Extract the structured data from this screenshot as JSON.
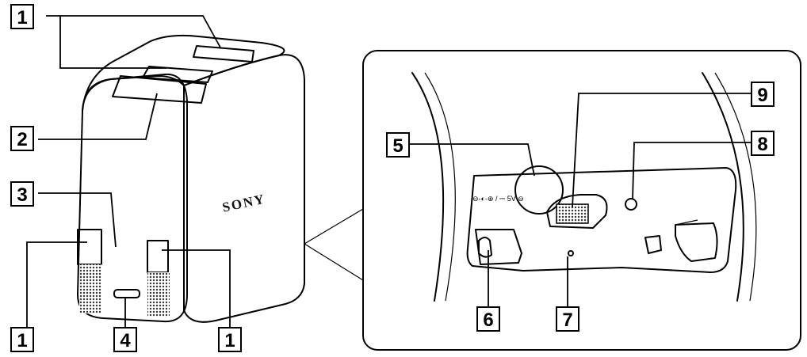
{
  "brand_logo": "SONY",
  "jack_label": "⊖-◐-⊕ / ⎓ 5V ⊖",
  "callouts": [
    {
      "id": "1",
      "label": "1"
    },
    {
      "id": "2",
      "label": "2"
    },
    {
      "id": "3",
      "label": "3"
    },
    {
      "id": "4",
      "label": "4"
    },
    {
      "id": "5",
      "label": "5"
    },
    {
      "id": "6",
      "label": "6"
    },
    {
      "id": "7",
      "label": "7"
    },
    {
      "id": "8",
      "label": "8"
    },
    {
      "id": "9",
      "label": "9"
    }
  ],
  "colors": {
    "line": "#000000",
    "dots": "#555555",
    "panel": "#ffffff"
  }
}
